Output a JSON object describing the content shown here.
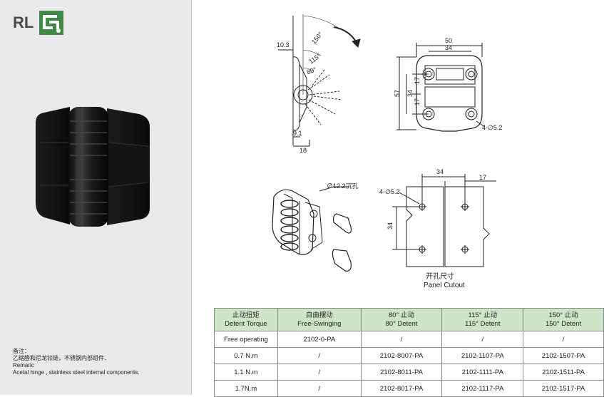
{
  "brand": {
    "text": "RL"
  },
  "remarks": {
    "title": "备注：",
    "cn": "乙缩醛和尼龙铰链，不锈钢内部组件．",
    "en_label": "Remaric",
    "en": "Acetal hinge , stainless steel internal components."
  },
  "drawing_side": {
    "dims": [
      "10.3",
      "150°",
      "115°",
      "80°",
      "9.1",
      "18"
    ]
  },
  "drawing_front": {
    "dims": [
      "50",
      "34",
      "57",
      "34",
      "17",
      "17",
      "4-∅5.2"
    ]
  },
  "hinge_iso": {
    "label": "∅12.2沉孔"
  },
  "cutout": {
    "dims": [
      "34",
      "17",
      "4-∅5.2",
      "34"
    ],
    "title_cn": "开孔尺寸",
    "title_en": "Panel Cutout"
  },
  "table": {
    "headers": [
      {
        "cn": "止动扭矩",
        "en": "Detent Torque"
      },
      {
        "cn": "自由摆动",
        "en": "Free-Swinging"
      },
      {
        "cn": "80° 止动",
        "en": "80° Detent"
      },
      {
        "cn": "115° 止动",
        "en": "115° Detent"
      },
      {
        "cn": "150° 止动",
        "en": "150° Detent"
      }
    ],
    "rows": [
      [
        "Free operating",
        "2102-0-PA",
        "/",
        "/",
        "/"
      ],
      [
        "0.7 N.m",
        "/",
        "2102-8007-PA",
        "2102-1107-PA",
        "2102-1507-PA"
      ],
      [
        "1.1 N.m",
        "/",
        "2102-8011-PA",
        "2102-1111-PA",
        "2102-1511-PA"
      ],
      [
        "1.7N.m",
        "/",
        "2102-8017-PA",
        "2102-1117-PA",
        "2102-1517-PA"
      ]
    ]
  },
  "colors": {
    "brand_green": "#3f8a46",
    "header_green": "#cfe5c8",
    "panel_gray": "#e9e9e9"
  }
}
